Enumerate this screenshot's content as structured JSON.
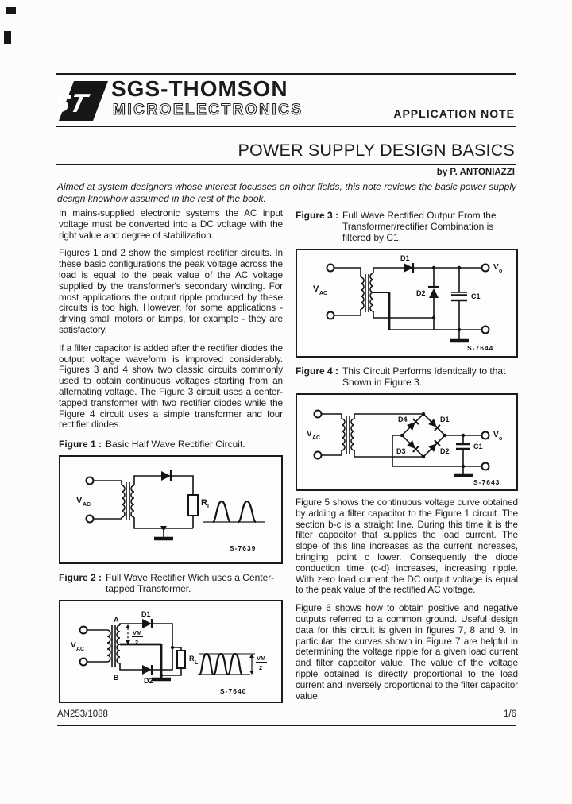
{
  "header": {
    "brand": "SGS-THOMSON",
    "brand_sub": "MICROELECTRONICS",
    "doc_type": "APPLICATION NOTE"
  },
  "title_block": {
    "title": "POWER SUPPLY DESIGN BASICS",
    "byline": "by P. ANTONIAZZI",
    "abstract": "Aimed at system designers whose interest focusses on other fields, this note reviews the basic power supply design knowhow assumed in the rest of the book."
  },
  "body": {
    "left": {
      "para1": "In mains-supplied electronic systems the AC input voltage must be converted into a DC voltage with the right value and degree of stabilization.",
      "para2": "Figures 1 and 2 show the simplest rectifier circuits. In these basic configurations the peak voltage across the load is equal to the peak value of the AC voltage supplied by the transformer's secondary winding. For most applications the output ripple produced by these circuits is too high. However, for some applications - driving small motors or lamps, for example - they are satisfactory.",
      "para3": "If a filter capacitor is added after the rectifier diodes the output voltage waveform is improved considerably. Figures 3 and 4 show two classic circuits commonly used to obtain continuous voltages starting from an alternating voltage. The Figure 3 circuit uses a center-tapped transformer with two rectifier diodes while the Figure 4 circuit uses a simple transformer and four rectifier diodes."
    },
    "right": {
      "para1": "Figure 5 shows the continuous voltage curve obtained by adding a filter capacitor to the Figure 1 circuit. The section b-c is a straight line. During this time it is the filter capacitor that supplies the load current. The slope of this line increases as the current increases, bringing point c lower. Consequently the diode conduction time (c-d) increases, increasing ripple. With zero load current the DC output voltage is equal to the peak value of the rectified AC voltage.",
      "para2": "Figure 6 shows how to obtain positive and negative outputs referred to a common ground. Useful design data for this circuit is given in figures 7, 8 and 9. In particular, the curves shown in Figure 7 are helpful in determining the voltage ripple for a given load current and filter capacitor value. The value of the voltage ripple obtained is directly proportional to the load current and inversely proportional to the filter capacitor value."
    }
  },
  "figures": {
    "fig1": {
      "label": "Figure 1 :",
      "caption": "Basic Half Wave Rectifier Circuit.",
      "v": "V",
      "v_sub": "AC",
      "r": "R",
      "r_sub": "L",
      "ref": "S-7639"
    },
    "fig2": {
      "label": "Figure 2 :",
      "caption": "Full Wave Rectifier Wich uses a Center-tapped Transformer.",
      "v": "V",
      "v_sub": "AC",
      "node_a": "A",
      "node_b": "B",
      "d1": "D1",
      "d2": "D2",
      "r": "R",
      "r_sub": "L",
      "vm": "VM",
      "vm_den": "2",
      "ref": "S-7640"
    },
    "fig3": {
      "label": "Figure 3 :",
      "caption": "Full Wave Rectified Output From the Transformer/rectifier Combination is filtered by C1.",
      "v": "V",
      "v_sub": "AC",
      "d1": "D1",
      "d2": "D2",
      "c1": "C1",
      "vo": "V",
      "vo_sub": "o",
      "ref": "S-7644"
    },
    "fig4": {
      "label": "Figure 4 :",
      "caption": "This Circuit Performs Identically to that Shown in Figure 3.",
      "v": "V",
      "v_sub": "AC",
      "d1": "D1",
      "d2": "D2",
      "d3": "D3",
      "d4": "D4",
      "c1": "C1",
      "vo": "V",
      "vo_sub": "o",
      "ref": "S-7643"
    }
  },
  "footer": {
    "doc_number": "AN253/1088",
    "page": "1/6"
  }
}
